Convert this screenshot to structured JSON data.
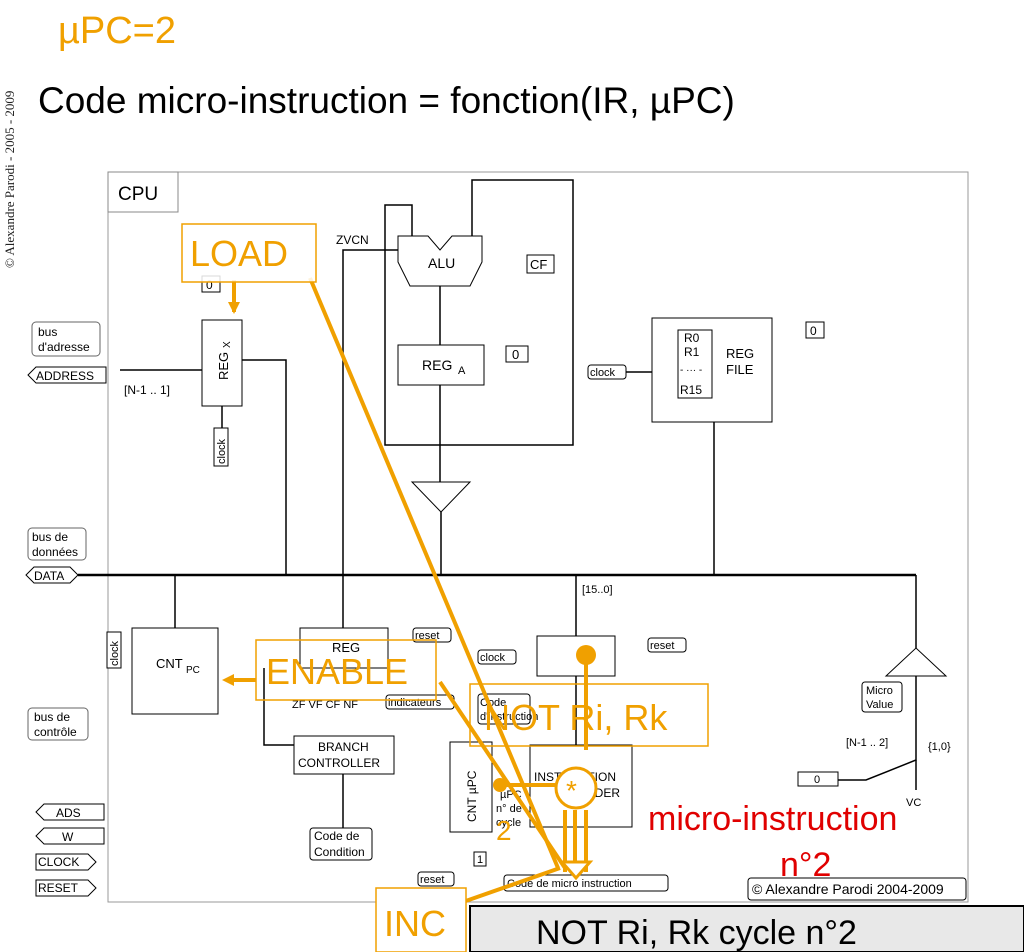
{
  "side_copyright": "© Alexandre Parodi - 2005 - 2009",
  "title": "µPC=2",
  "subtitle": "Code micro-instruction = fonction(IR, µPC)",
  "diagram": {
    "cpu_label": "CPU",
    "alu": "ALU",
    "zvcn": "ZVCN",
    "cf": "CF",
    "reg_a": "REG",
    "reg_a_sub": "A",
    "reg_x": "REG",
    "reg_x_sub": "X",
    "reg_file_line1": "REG",
    "reg_file_line2": "FILE",
    "reg_file_rows": [
      "R0",
      "R1",
      "- ··· -",
      "R15"
    ],
    "bus_adresse": [
      "bus",
      "d'adresse"
    ],
    "address": "ADDRESS",
    "n_minus_1_range": "[N-1 .. 1]",
    "bus_donnees": [
      "bus de",
      "données"
    ],
    "data": "DATA",
    "bus_controle": [
      "bus de",
      "contrôle"
    ],
    "cnt_pc": "CNT",
    "cnt_pc_sub": "PC",
    "reg_indic": "REG",
    "indicateurs": "indicateurs",
    "flags": "ZF VF CF NF",
    "branch_controller": [
      "BRANCH",
      "CONTROLLER"
    ],
    "code_condition": [
      "Code de",
      "Condition"
    ],
    "code_instruction": [
      "Code",
      "d'instruction"
    ],
    "instruction_decoder": [
      "INSTRUCTION",
      "DECODER"
    ],
    "cnt_upc": "CNT µPC",
    "upc_cycle": [
      "µPC",
      "n° de",
      "cycle"
    ],
    "code_micro_instruction": "Code de micro instruction",
    "micro_value": [
      "Micro",
      "Value"
    ],
    "range_15_0": "[15..0]",
    "range_n1_2": "[N-1 .. 2]",
    "set_10": "{1,0}",
    "vc": "VC",
    "zero": "0",
    "one": "1",
    "reset": "reset",
    "clock": "clock",
    "ads": "ADS",
    "w": "W",
    "clock_out": "CLOCK",
    "reset_out": "RESET",
    "diagram_copyright": "© Alexandre Parodi 2004-2009"
  },
  "overlays": {
    "load": "LOAD",
    "enable": "ENABLE",
    "not_ri_rk": "NOT Ri, Rk",
    "inc": "INC",
    "star": "*",
    "two": "2",
    "micro_instruction": "micro-instruction",
    "n2": "n°2",
    "bottom_box": "NOT Ri, Rk  cycle n°2"
  },
  "colors": {
    "orange": "#f0a000",
    "red": "#e00000",
    "black": "#000000"
  }
}
